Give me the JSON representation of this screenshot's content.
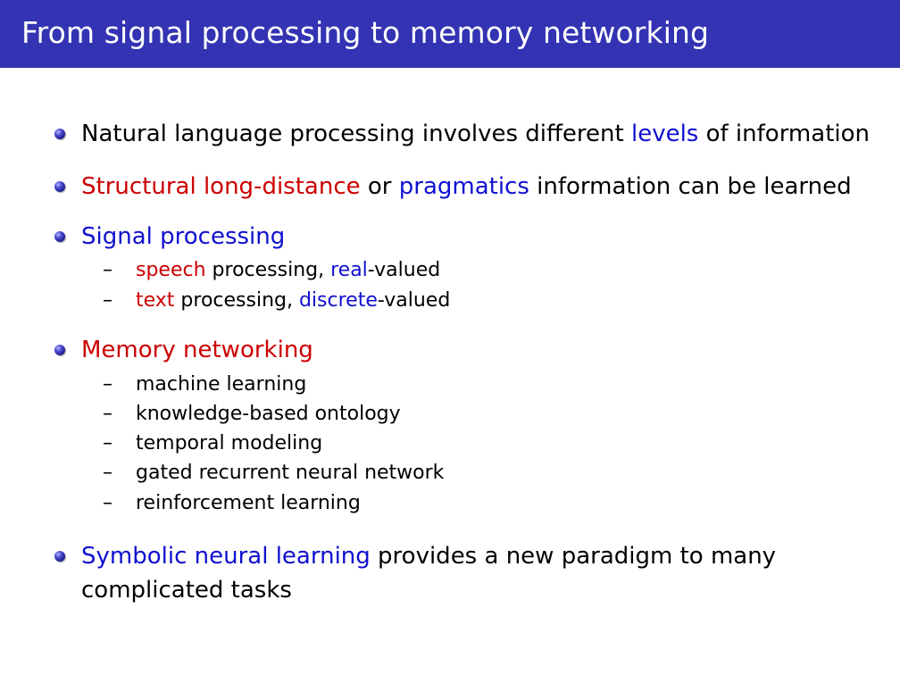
{
  "title": "From signal processing to memory networking",
  "colors": {
    "title_bar": "#3333b3",
    "red_highlight": "#cc0000",
    "blue_highlight": "#1010d0"
  },
  "bullets": [
    {
      "parts": [
        {
          "text": "Natural language processing involves different ",
          "color": "black"
        },
        {
          "text": "levels",
          "color": "blue"
        },
        {
          "text": " of information",
          "color": "black"
        }
      ]
    },
    {
      "parts": [
        {
          "text": "Structural long-distance",
          "color": "red"
        },
        {
          "text": " or ",
          "color": "black"
        },
        {
          "text": "pragmatics",
          "color": "blue"
        },
        {
          "text": " information can be learned",
          "color": "black"
        }
      ]
    },
    {
      "parts": [
        {
          "text": "Signal processing",
          "color": "blue"
        }
      ],
      "subitems": [
        {
          "dash": "–",
          "parts": [
            {
              "text": "speech",
              "color": "red"
            },
            {
              "text": " processing, ",
              "color": "black"
            },
            {
              "text": "real",
              "color": "blue"
            },
            {
              "text": "-valued",
              "color": "black"
            }
          ]
        },
        {
          "dash": "–",
          "parts": [
            {
              "text": "text",
              "color": "red"
            },
            {
              "text": " processing, ",
              "color": "black"
            },
            {
              "text": "discrete",
              "color": "blue"
            },
            {
              "text": "-valued",
              "color": "black"
            }
          ]
        }
      ]
    },
    {
      "parts": [
        {
          "text": "Memory networking",
          "color": "red"
        }
      ],
      "subitems": [
        {
          "dash": "–",
          "parts": [
            {
              "text": "machine learning",
              "color": "black"
            }
          ]
        },
        {
          "dash": "–",
          "parts": [
            {
              "text": "knowledge-based ontology",
              "color": "black"
            }
          ]
        },
        {
          "dash": "–",
          "parts": [
            {
              "text": "temporal modeling",
              "color": "black"
            }
          ]
        },
        {
          "dash": "–",
          "parts": [
            {
              "text": "gated recurrent neural network",
              "color": "black"
            }
          ]
        },
        {
          "dash": "–",
          "parts": [
            {
              "text": "reinforcement learning",
              "color": "black"
            }
          ]
        }
      ]
    },
    {
      "parts": [
        {
          "text": "Symbolic neural learning",
          "color": "blue"
        },
        {
          "text": " provides a new paradigm to many",
          "color": "black"
        }
      ],
      "continuation": "complicated tasks"
    }
  ]
}
